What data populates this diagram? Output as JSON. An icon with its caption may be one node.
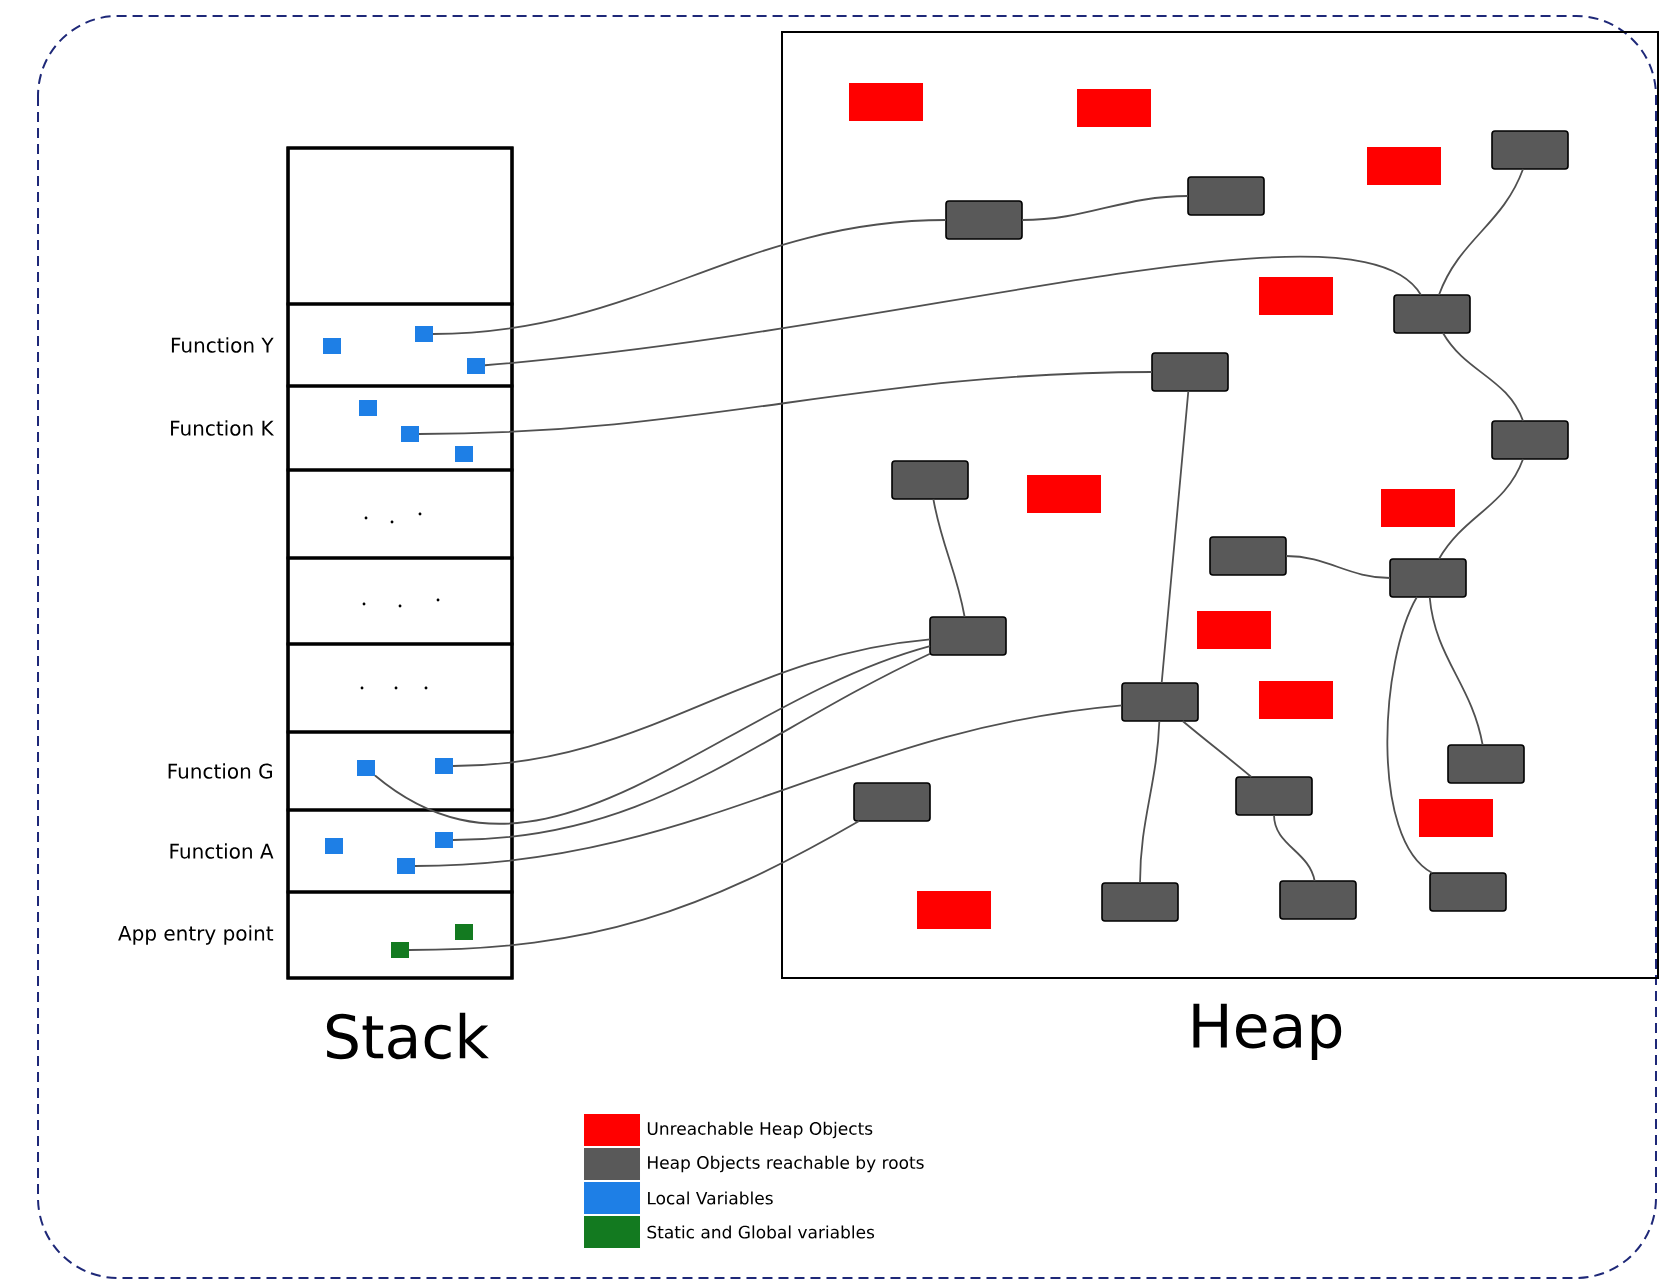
{
  "diagram": {
    "nodes": [
      {
        "text": [
          "Stack"
        ]
      },
      {
        "text": [],
        "shape": "box",
        "in": 0
      },
      {
        "text": [
          "Function Y"
        ],
        "in": 0
      },
      {
        "text": [
          "Function K"
        ],
        "in": 0
      },
      {
        "text": [],
        "shape": "box",
        "in": 0
      },
      {
        "text": [],
        "shape": "box",
        "in": 0
      },
      {
        "text": [],
        "shape": "box",
        "in": 0
      },
      {
        "text": [
          "Function G"
        ],
        "in": 0
      },
      {
        "text": [
          "Function A"
        ],
        "in": 0
      },
      {
        "text": [
          "App entry point"
        ],
        "in": 0
      },
      {
        "text": [],
        "shape": "box",
        "in": 2
      },
      {
        "text": [],
        "shape": "box",
        "in": 2
      },
      {
        "text": [],
        "shape": "box",
        "in": 2
      },
      {
        "text": [],
        "shape": "box",
        "in": 3
      },
      {
        "text": [],
        "shape": "box",
        "in": 3
      },
      {
        "text": [],
        "shape": "box",
        "in": 3
      },
      {
        "text": [],
        "shape": "box",
        "in": 7
      },
      {
        "text": [],
        "shape": "box",
        "in": 7
      },
      {
        "text": [],
        "shape": "box",
        "in": 8
      },
      {
        "text": [],
        "shape": "box",
        "in": 8
      },
      {
        "text": [],
        "shape": "box",
        "in": 8
      },
      {
        "text": [],
        "shape": "box",
        "in": 9
      },
      {
        "text": [],
        "shape": "box",
        "in": 9
      },
      {
        "text": [
          "Heap"
        ]
      },
      {
        "text": [],
        "shape": "box",
        "in": 23
      },
      {
        "text": [],
        "shape": "box",
        "in": 23
      },
      {
        "text": [],
        "shape": "box",
        "in": 23
      },
      {
        "text": [],
        "shape": "box",
        "in": 23
      },
      {
        "text": [],
        "shape": "box",
        "in": 23
      },
      {
        "text": [],
        "shape": "box",
        "in": 23
      },
      {
        "text": [],
        "shape": "box",
        "in": 23
      },
      {
        "text": [],
        "shape": "box",
        "in": 23
      },
      {
        "text": [],
        "shape": "box",
        "in": 23
      },
      {
        "text": [],
        "shape": "box",
        "in": 23
      },
      {
        "text": [],
        "shape": "box",
        "in": 23
      },
      {
        "text": [],
        "shape": "box",
        "in": 23
      },
      {
        "text": [],
        "shape": "box",
        "in": 23
      },
      {
        "text": [],
        "shape": "box",
        "in": 23
      },
      {
        "text": [],
        "shape": "box",
        "in": 23
      },
      {
        "text": [],
        "shape": "box",
        "in": 23
      },
      {
        "text": [],
        "shape": "box",
        "in": 23
      },
      {
        "text": [],
        "shape": "box",
        "in": 23
      },
      {
        "text": [],
        "shape": "box",
        "in": 23
      },
      {
        "text": [],
        "shape": "box",
        "in": 23
      },
      {
        "text": [],
        "shape": "box",
        "in": 23
      },
      {
        "text": [],
        "shape": "box",
        "in": 23
      },
      {
        "text": [],
        "shape": "box",
        "in": 23
      },
      {
        "text": [],
        "shape": "box",
        "in": 23
      },
      {
        "text": [],
        "shape": "box",
        "in": 23
      },
      {
        "text": [],
        "shape": "box",
        "in": 23
      },
      {
        "text": [],
        "shape": "box",
        "in": 23
      }
    ],
    "edges": [
      {
        "from": 11,
        "to": 24,
        "arrow": "none"
      },
      {
        "from": 12,
        "to": 27,
        "arrow": "none"
      },
      {
        "from": 14,
        "to": 28,
        "arrow": "none"
      },
      {
        "from": 17,
        "to": 33,
        "arrow": "none"
      },
      {
        "from": 16,
        "to": 33,
        "arrow": "none"
      },
      {
        "from": 19,
        "to": 33,
        "arrow": "none"
      },
      {
        "from": 20,
        "to": 34,
        "arrow": "none"
      },
      {
        "from": 22,
        "to": 37,
        "arrow": "none"
      },
      {
        "from": 24,
        "to": 25,
        "arrow": "none"
      },
      {
        "from": 26,
        "to": 27,
        "arrow": "none"
      },
      {
        "from": 27,
        "to": 29,
        "arrow": "none"
      },
      {
        "from": 29,
        "to": 32,
        "arrow": "none"
      },
      {
        "from": 28,
        "to": 34,
        "arrow": "none"
      },
      {
        "from": 30,
        "to": 33,
        "arrow": "none"
      },
      {
        "from": 31,
        "to": 32,
        "arrow": "none"
      },
      {
        "from": 32,
        "to": 35,
        "arrow": "none"
      },
      {
        "from": 32,
        "to": 40,
        "arrow": "none"
      },
      {
        "from": 34,
        "to": 38,
        "arrow": "none"
      },
      {
        "from": 34,
        "to": 36,
        "arrow": "none"
      },
      {
        "from": 36,
        "to": 39,
        "arrow": "none"
      }
    ],
    "legend": [
      {
        "text": "Unreachable Heap Objects",
        "color": "#ff0000"
      },
      {
        "text": "Heap Objects reachable by roots",
        "color": "#595959"
      },
      {
        "text": "Local Variables",
        "color": "#1e7fe6"
      },
      {
        "text": "Static and Global variables",
        "color": "#137a20"
      }
    ]
  }
}
